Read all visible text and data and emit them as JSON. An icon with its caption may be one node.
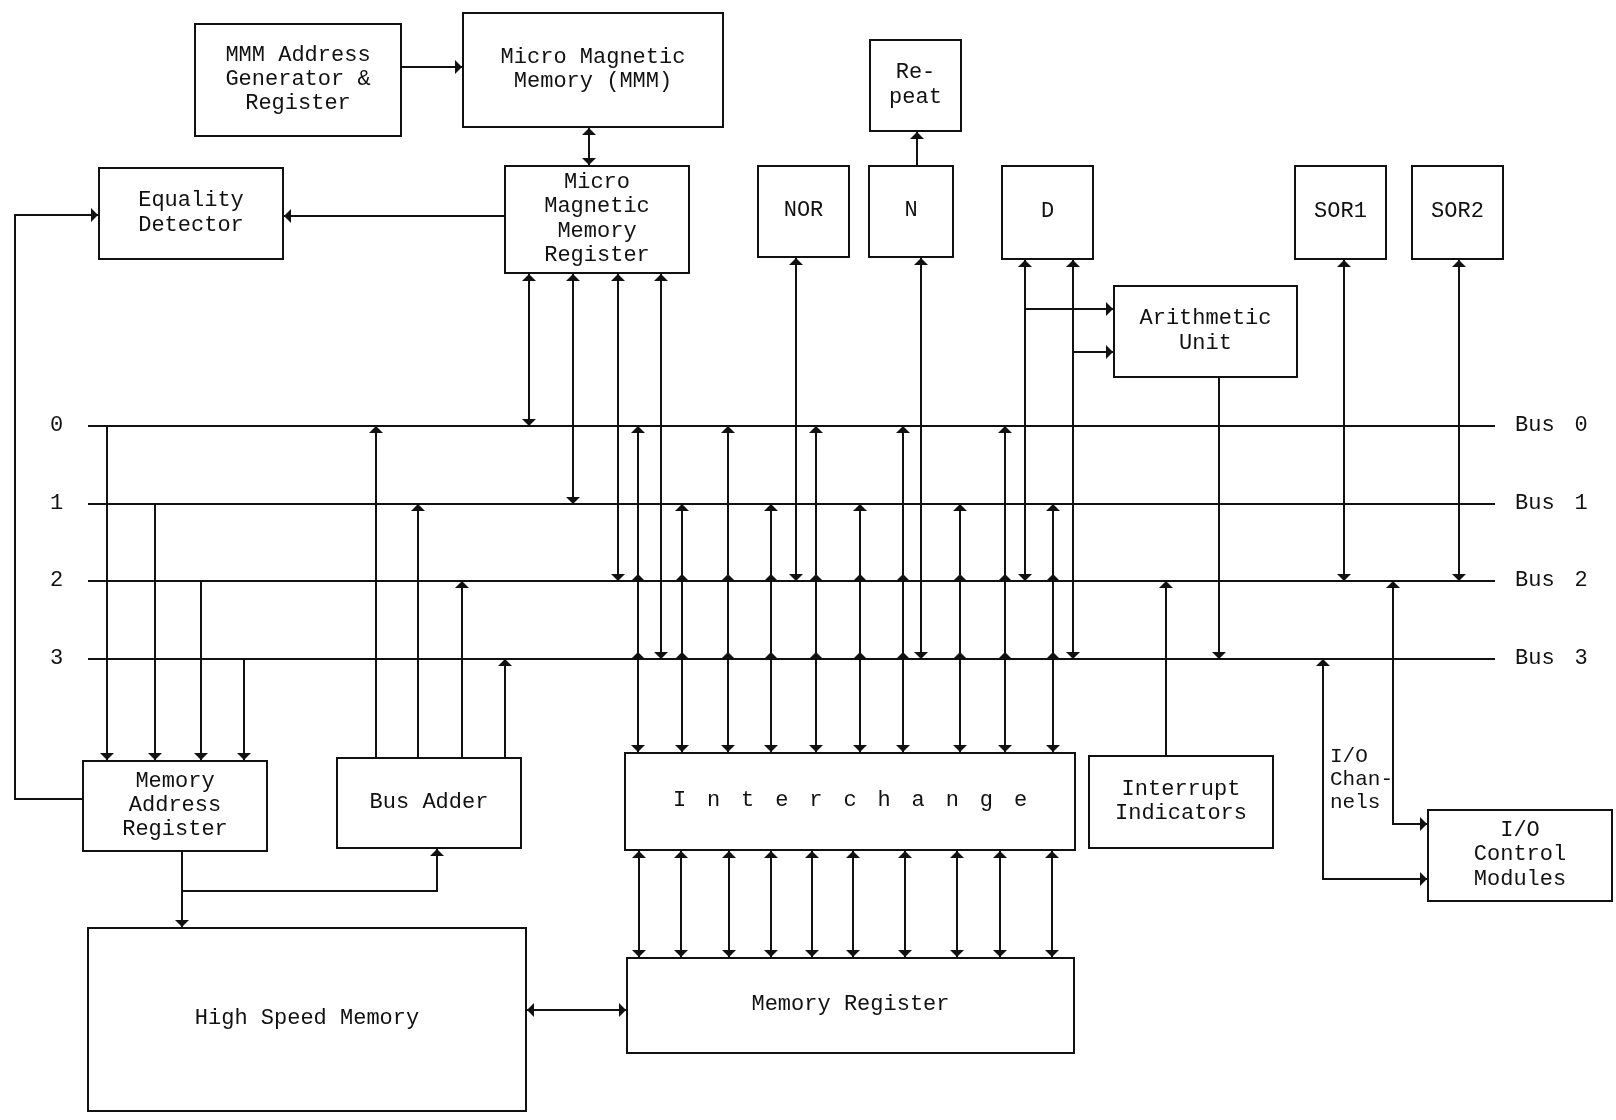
{
  "diagram": {
    "nodes": [
      {
        "text": [
          "MMM Address Generator & Register"
        ]
      },
      {
        "text": [
          "Micro Magnetic Memory (MMM)"
        ]
      },
      {
        "text": [
          "Re-peat"
        ]
      },
      {
        "text": [
          "Equality Detector"
        ]
      },
      {
        "text": [
          "Micro Magnetic Memory Register"
        ]
      },
      {
        "text": [
          "NOR"
        ]
      },
      {
        "text": [
          "N"
        ]
      },
      {
        "text": [
          "D"
        ]
      },
      {
        "text": [
          "SOR1"
        ]
      },
      {
        "text": [
          "SOR2"
        ]
      },
      {
        "text": [
          "Arithmetic Unit"
        ]
      },
      {
        "text": [
          "0",
          "Bus 0"
        ]
      },
      {
        "text": [
          "1",
          "Bus 1"
        ]
      },
      {
        "text": [
          "2",
          "Bus 2"
        ]
      },
      {
        "text": [
          "3",
          "Bus 3"
        ]
      },
      {
        "text": [
          "Memory Address Register"
        ]
      },
      {
        "text": [
          "Bus Adder"
        ]
      },
      {
        "text": [
          "Interchange"
        ]
      },
      {
        "text": [
          "Interrupt Indicators"
        ]
      },
      {
        "text": [
          "I/O Control Modules"
        ]
      },
      {
        "text": [
          "High Speed Memory"
        ]
      },
      {
        "text": [
          "Memory Register"
        ]
      }
    ],
    "edges": [
      {
        "from": 0,
        "to": 1,
        "arrow": "to"
      },
      {
        "from": 1,
        "to": 4,
        "arrow": "both"
      },
      {
        "from": 6,
        "to": 2,
        "arrow": "to"
      },
      {
        "from": 4,
        "to": 3,
        "arrow": "to"
      },
      {
        "from": 15,
        "to": 3,
        "arrow": "to"
      },
      {
        "from": 4,
        "to": 11,
        "arrow": "both"
      },
      {
        "from": 4,
        "to": 12,
        "arrow": "both"
      },
      {
        "from": 4,
        "to": 13,
        "arrow": "both"
      },
      {
        "from": 4,
        "to": 14,
        "arrow": "both"
      },
      {
        "from": 5,
        "to": 13,
        "arrow": "both"
      },
      {
        "from": 6,
        "to": 14,
        "arrow": "both"
      },
      {
        "from": 7,
        "to": 13,
        "arrow": "both"
      },
      {
        "from": 7,
        "to": 14,
        "arrow": "both"
      },
      {
        "from": 7,
        "to": 10,
        "arrow": "to"
      },
      {
        "from": 7,
        "to": 10,
        "arrow": "to"
      },
      {
        "from": 10,
        "to": 14,
        "arrow": "to"
      },
      {
        "from": 8,
        "to": 13,
        "arrow": "both"
      },
      {
        "from": 9,
        "to": 13,
        "arrow": "both"
      },
      {
        "from": 11,
        "to": 15,
        "arrow": "to"
      },
      {
        "from": 12,
        "to": 15,
        "arrow": "to"
      },
      {
        "from": 13,
        "to": 15,
        "arrow": "to"
      },
      {
        "from": 14,
        "to": 15,
        "arrow": "to"
      },
      {
        "from": 16,
        "to": 11,
        "arrow": "to"
      },
      {
        "from": 16,
        "to": 12,
        "arrow": "to"
      },
      {
        "from": 16,
        "to": 13,
        "arrow": "to"
      },
      {
        "from": 16,
        "to": 14,
        "arrow": "to"
      },
      {
        "from": 15,
        "to": 20,
        "arrow": "to"
      },
      {
        "from": 15,
        "to": 16,
        "arrow": "to"
      },
      {
        "from": 20,
        "to": 21,
        "arrow": "both"
      },
      {
        "from": 18,
        "to": 13,
        "arrow": "to"
      },
      {
        "from": 19,
        "to": 14,
        "arrow": "both"
      },
      {
        "from": 19,
        "to": 13,
        "arrow": "both"
      },
      {
        "from": 17,
        "to": 11,
        "arrow": "both"
      },
      {
        "from": 17,
        "to": 12,
        "arrow": "both"
      },
      {
        "from": 17,
        "to": 11,
        "arrow": "both"
      },
      {
        "from": 17,
        "to": 12,
        "arrow": "both"
      },
      {
        "from": 17,
        "to": 11,
        "arrow": "both"
      },
      {
        "from": 17,
        "to": 12,
        "arrow": "both"
      },
      {
        "from": 17,
        "to": 11,
        "arrow": "both"
      },
      {
        "from": 17,
        "to": 12,
        "arrow": "both"
      },
      {
        "from": 17,
        "to": 11,
        "arrow": "both"
      },
      {
        "from": 17,
        "to": 12,
        "arrow": "both"
      },
      {
        "from": 17,
        "to": 21,
        "arrow": "both"
      },
      {
        "from": 17,
        "to": 21,
        "arrow": "both"
      },
      {
        "from": 17,
        "to": 21,
        "arrow": "both"
      },
      {
        "from": 17,
        "to": 21,
        "arrow": "both"
      },
      {
        "from": 17,
        "to": 21,
        "arrow": "both"
      },
      {
        "from": 17,
        "to": 21,
        "arrow": "both"
      },
      {
        "from": 17,
        "to": 21,
        "arrow": "both"
      },
      {
        "from": 17,
        "to": 21,
        "arrow": "both"
      },
      {
        "from": 17,
        "to": 21,
        "arrow": "both"
      },
      {
        "from": 17,
        "to": 21,
        "arrow": "both"
      }
    ],
    "labels": [
      "I/O Chan-nels"
    ]
  }
}
